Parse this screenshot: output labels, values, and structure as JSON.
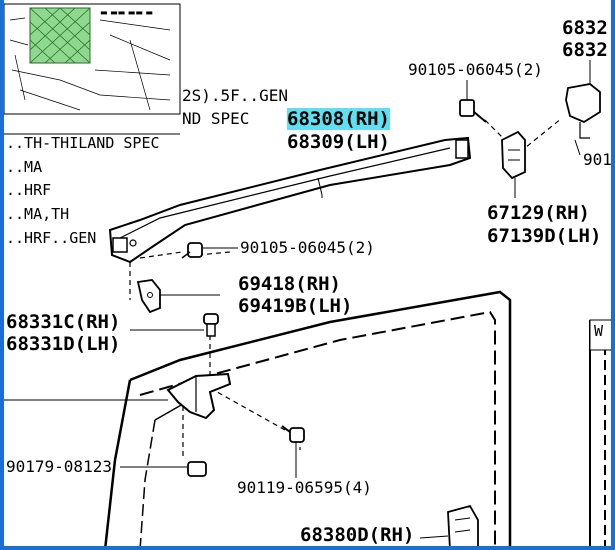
{
  "inset": {
    "spec_lines": [
      "2S).5F..GEN",
      "ND SPEC"
    ]
  },
  "spec_list": [
    "..TH-THILAND SPEC",
    "..MA",
    "..HRF",
    "..MA,TH",
    "..HRF..GEN"
  ],
  "parts": {
    "p68308": "68308(RH)",
    "p68309": "68309(LH)",
    "p90105_a": "90105-06045(2)",
    "p90105_b": "90105-06045(2)",
    "p67129": "67129(RH)",
    "p67139": "67139D(LH)",
    "p69418": "69418(RH)",
    "p69419": "69419B(LH)",
    "p68331c": "68331C(RH)",
    "p68331d": "68331D(LH)",
    "p90179": "90179-08123",
    "p90119": "90119-06595(4)",
    "p68380": "68380D(RH)",
    "p6832_1": "6832",
    "p6832_2": "6832",
    "p901": "901",
    "w_label": "W"
  },
  "colors": {
    "highlight": "#5ee0f0",
    "frame": "#1a6fd0",
    "inset_green": "#7fd07f"
  }
}
